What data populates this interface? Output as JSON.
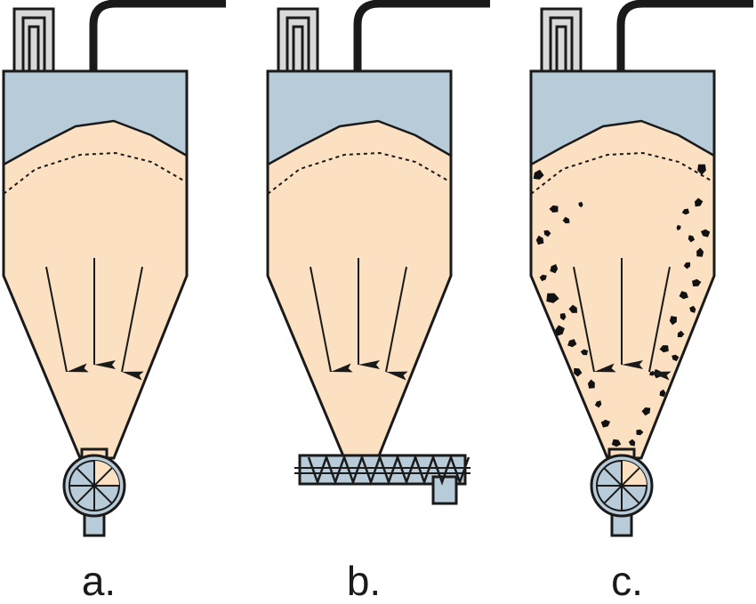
{
  "colors": {
    "air": "#b7cbd8",
    "material": "#fbe0c2",
    "material_light": "#fdeedd",
    "outline": "#1a1a1a",
    "filter": "#d9d9d9",
    "lumps": "#111111"
  },
  "panels": [
    {
      "id": "a",
      "caption": "a.",
      "discharge": "rotary-valve",
      "lumps": false
    },
    {
      "id": "b",
      "caption": "b.",
      "discharge": "screw-conveyor",
      "lumps": false
    },
    {
      "id": "c",
      "caption": "c.",
      "discharge": "rotary-valve",
      "lumps": true
    }
  ]
}
